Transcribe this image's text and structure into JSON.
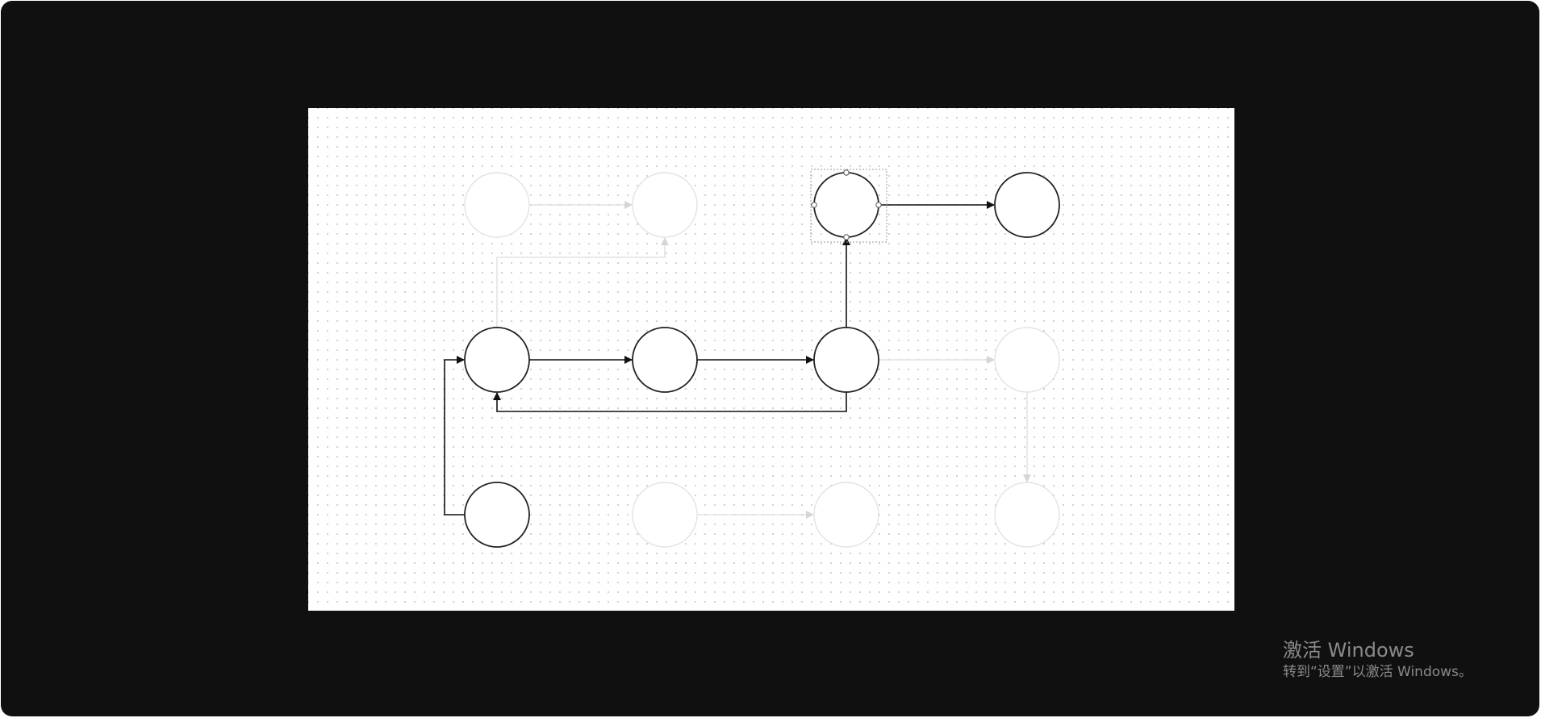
{
  "diagram": {
    "nodes": [
      {
        "id": "n1",
        "row": 1,
        "col": 1,
        "state": "faded"
      },
      {
        "id": "n2",
        "row": 1,
        "col": 2,
        "state": "faded"
      },
      {
        "id": "n3",
        "row": 1,
        "col": 3,
        "state": "selected"
      },
      {
        "id": "n4",
        "row": 1,
        "col": 4,
        "state": "active"
      },
      {
        "id": "n5",
        "row": 2,
        "col": 1,
        "state": "active"
      },
      {
        "id": "n6",
        "row": 2,
        "col": 2,
        "state": "active"
      },
      {
        "id": "n7",
        "row": 2,
        "col": 3,
        "state": "active"
      },
      {
        "id": "n8",
        "row": 2,
        "col": 4,
        "state": "faded"
      },
      {
        "id": "n9",
        "row": 3,
        "col": 1,
        "state": "active"
      },
      {
        "id": "n10",
        "row": 3,
        "col": 2,
        "state": "faded"
      },
      {
        "id": "n11",
        "row": 3,
        "col": 3,
        "state": "faded"
      },
      {
        "id": "n12",
        "row": 3,
        "col": 4,
        "state": "faded"
      }
    ],
    "edges": [
      {
        "from": "n1",
        "to": "n2",
        "state": "faded"
      },
      {
        "from": "n5",
        "to": "n2",
        "state": "faded"
      },
      {
        "from": "n7",
        "to": "n8",
        "state": "faded"
      },
      {
        "from": "n8",
        "to": "n12",
        "state": "faded"
      },
      {
        "from": "n10",
        "to": "n11",
        "state": "faded"
      },
      {
        "from": "n3",
        "to": "n4",
        "state": "active"
      },
      {
        "from": "n5",
        "to": "n6",
        "state": "active"
      },
      {
        "from": "n6",
        "to": "n7",
        "state": "active"
      },
      {
        "from": "n7",
        "to": "n3",
        "state": "active"
      },
      {
        "from": "n7",
        "to": "n5",
        "state": "active"
      },
      {
        "from": "n9",
        "to": "n5",
        "state": "active"
      }
    ],
    "colors": {
      "active_stroke": "#222222",
      "faded_stroke": "#e3e3e3",
      "active_edge": "#111111",
      "faded_edge": "#dcdcdc",
      "canvas_background": "#ffffff",
      "window_background": "#101010"
    }
  },
  "watermark": {
    "title": "激活 Windows",
    "subtitle": "转到“设置”以激活 Windows。"
  }
}
